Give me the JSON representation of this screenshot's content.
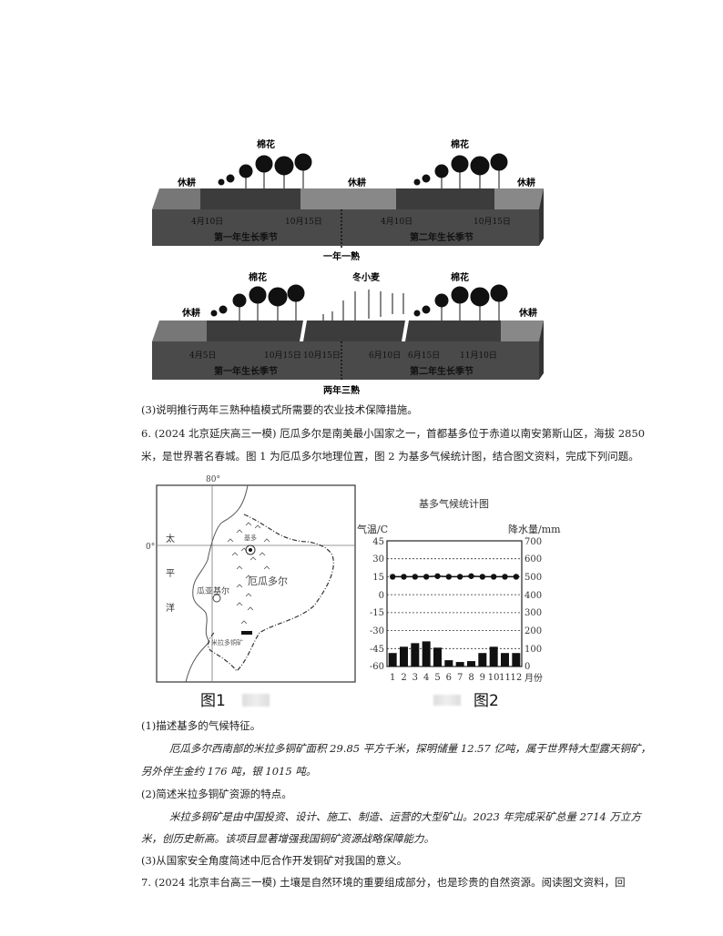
{
  "diagram_top": {
    "title": "一年一熟",
    "crop_labels": [
      "棉花",
      "棉花"
    ],
    "fallow_labels": [
      "休耕",
      "休耕",
      "休耕"
    ],
    "dates": [
      "4月10日",
      "10月15日",
      "4月10日",
      "10月15日"
    ],
    "season_labels": [
      "第一年生长季节",
      "第二年生长季节"
    ]
  },
  "diagram_bottom": {
    "title": "两年三熟",
    "crop_labels": [
      "棉花",
      "冬小麦",
      "棉花"
    ],
    "fallow_labels": [
      "休耕",
      "休耕"
    ],
    "dates": [
      "4月5日",
      "10月15日",
      "10月15日",
      "6月10日",
      "6月15日",
      "11月10日"
    ],
    "season_labels": [
      "第一年生长季节",
      "第二年生长季节"
    ]
  },
  "q5_3": "(3)说明推行两年三熟种植模式所需要的农业技术保障措施。",
  "q6": {
    "line1": "6. (2024 北京延庆高三一模) 厄瓜多尔是南美最小国家之一，首都基多位于赤道以南安第斯山区，海拔 2850",
    "line2": "米，是世界著名春城。图 1 为厄瓜多尔地理位置，图 2 为基多气候统计图，结合图文资料，完成下列问题。",
    "q1": "(1)描述基多的气候特征。",
    "para1_line1": "厄瓜多尔西南部的米拉多铜矿面积 29.85 平方千米，探明储量 12.57 亿吨，属于世界特大型露天铜矿，",
    "para1_line2": "另外伴生金约 176 吨，银 1015 吨。",
    "q2": "(2)简述米拉多铜矿资源的特点。",
    "para2_line1": "米拉多铜矿是由中国投资、设计、施工、制造、运营的大型矿山。2023 年完成采矿总量 2714 万立方",
    "para2_line2": "米，创历史新高。该项目显著增强我国铜矿资源战略保障能力。",
    "q3": "(3)从国家安全角度简述中厄合作开发铜矿对我国的意义。"
  },
  "q7": {
    "line1": "7.  (2024 北京丰台高三一模) 土壤是自然环境的重要组成部分，也是珍贵的自然资源。阅读图文资料，回"
  },
  "map": {
    "fig_label": "图1",
    "lon_label": "80°",
    "lat_label": "0°",
    "ocean_chars": [
      "太",
      "平",
      "洋"
    ],
    "country": "厄瓜多尔",
    "capital": "基多",
    "city": "瓜亚基尔",
    "mine": "米拉多铜矿"
  },
  "chart_data": {
    "type": "bar+line",
    "title": "基多气候统计图",
    "fig_label": "图2",
    "left_axis_label": "气温/C",
    "right_axis_label": "降水量/mm",
    "x_label": "月份",
    "categories": [
      "1",
      "2",
      "3",
      "4",
      "5",
      "6",
      "7",
      "8",
      "9",
      "10",
      "11",
      "12"
    ],
    "left_ticks": [
      "45",
      "30",
      "15",
      "0",
      "-15",
      "-30",
      "-45",
      "-60"
    ],
    "right_ticks": [
      "700",
      "600",
      "500",
      "400",
      "300",
      "200",
      "100",
      "0"
    ],
    "left_ylim": [
      -60,
      45
    ],
    "right_ylim": [
      0,
      700
    ],
    "grid": "dotted horizontal",
    "series": [
      {
        "name": "气温",
        "type": "line",
        "unit": "°C",
        "values": [
          15,
          15,
          15,
          15,
          15.5,
          15,
          15,
          15.5,
          15,
          15,
          15,
          15
        ]
      },
      {
        "name": "降水量",
        "type": "bar",
        "unit": "mm",
        "values": [
          75,
          110,
          130,
          140,
          105,
          35,
          25,
          30,
          75,
          110,
          75,
          75
        ]
      }
    ]
  }
}
